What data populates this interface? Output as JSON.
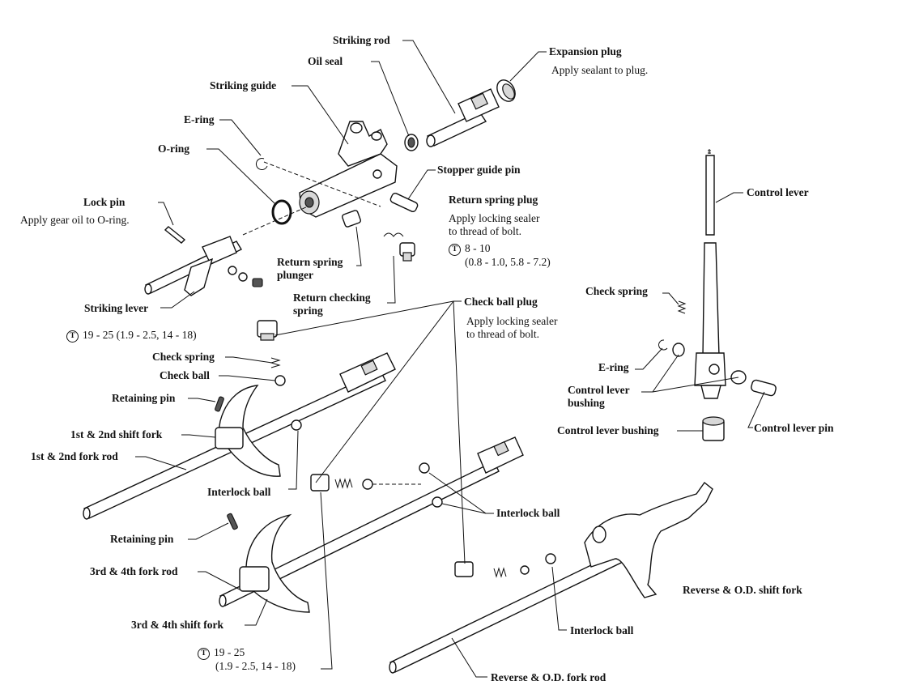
{
  "labels": {
    "striking_rod": "Striking rod",
    "expansion_plug": "Expansion plug",
    "expansion_plug_note": "Apply sealant to plug.",
    "oil_seal": "Oil seal",
    "striking_guide": "Striking guide",
    "e_ring_top": "E-ring",
    "o_ring": "O-ring",
    "lock_pin": "Lock pin",
    "lock_pin_note": "Apply gear oil to O-ring.",
    "stopper_guide_pin": "Stopper guide pin",
    "return_spring_plug": "Return spring plug",
    "return_spring_plug_note_1": "Apply locking sealer",
    "return_spring_plug_note_2": "to thread of bolt.",
    "return_spring_plug_torque_1": "8 - 10",
    "return_spring_plug_torque_2": "(0.8 - 1.0, 5.8 - 7.2)",
    "return_spring_plunger_1": "Return spring",
    "return_spring_plunger_2": "plunger",
    "return_checking_spring_1": "Return checking",
    "return_checking_spring_2": "spring",
    "striking_lever": "Striking lever",
    "control_lever": "Control lever",
    "check_spring_right": "Check spring",
    "e_ring_right": "E-ring",
    "control_lever_bushing_1": "Control lever",
    "control_lever_bushing_2": "bushing",
    "control_lever_bushing_bottom": "Control lever bushing",
    "control_lever_pin": "Control lever pin",
    "check_ball_plug": "Check ball plug",
    "check_ball_plug_note_1": "Apply locking sealer",
    "check_ball_plug_note_2": "to thread of bolt.",
    "check_ball_plug_torque": "19 - 25 (1.9 - 2.5, 14 - 18)",
    "check_spring_left": "Check spring",
    "check_ball": "Check ball",
    "retaining_pin_top": "Retaining pin",
    "shift_fork_12": "1st & 2nd shift fork",
    "fork_rod_12": "1st & 2nd fork rod",
    "interlock_ball_left": "Interlock ball",
    "interlock_ball_mid": "Interlock ball",
    "retaining_pin_bottom": "Retaining pin",
    "fork_rod_34": "3rd & 4th fork rod",
    "shift_fork_34": "3rd & 4th shift fork",
    "bottom_torque_1": "19 - 25",
    "bottom_torque_2": "(1.9 - 2.5, 14 - 18)",
    "reverse_od_shift_fork": "Reverse & O.D. shift fork",
    "interlock_ball_bottom": "Interlock ball",
    "reverse_od_fork_rod": "Reverse & O.D. fork rod",
    "torque_symbol": "T"
  }
}
